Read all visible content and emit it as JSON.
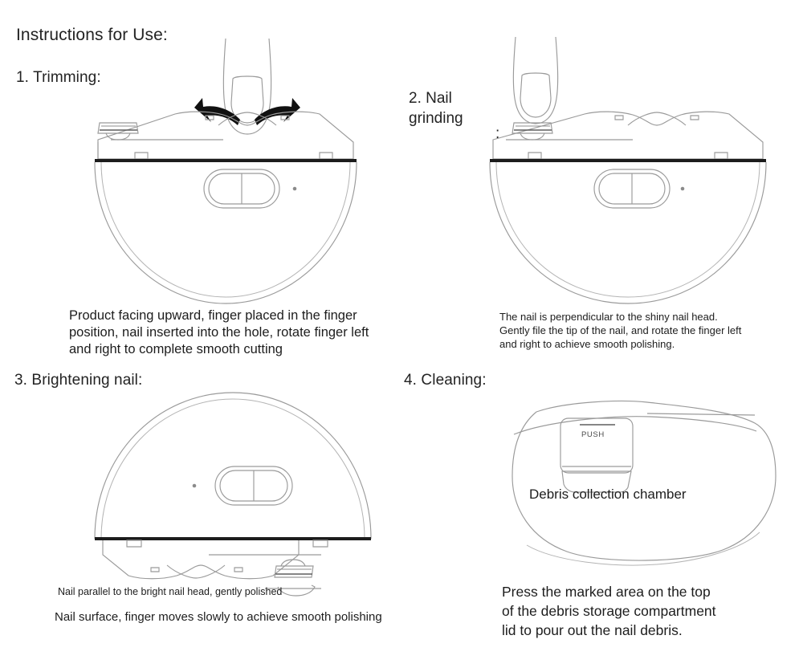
{
  "document": {
    "heading": "Instructions for Use:",
    "background_color": "#ffffff",
    "line_color": "#9a9a9a",
    "text_color": "#1d1d1d",
    "accent_dark": "#1c1c1c"
  },
  "steps": [
    {
      "number": "1.",
      "title": "1. Trimming:",
      "caption": "Product facing upward, finger placed in the finger\nposition, nail inserted into the hole, rotate finger left\nand right to complete smooth cutting",
      "illustration": "nail-clipper-top-view-with-finger-and-rotation-arrows"
    },
    {
      "number": "2.",
      "title": "2. Nail\ngrinding",
      "colon": ":",
      "caption": "The nail is perpendicular to the shiny nail head.\nGently file the tip of the nail, and rotate the finger left\nand right to achieve smooth polishing.",
      "illustration": "nail-clipper-with-finger-on-grinding-head"
    },
    {
      "number": "3.",
      "title": "3. Brightening nail:",
      "caption_line1": "Nail parallel to the bright nail head, gently polished",
      "caption_line2": "Nail surface, finger moves slowly to achieve smooth polishing",
      "illustration": "nail-clipper-inverted-view-with-polishing-head"
    },
    {
      "number": "4.",
      "title": "4. Cleaning:",
      "caption": "Press the marked area on the top\nof the debris storage compartment\nlid to pour out the nail debris.",
      "illustration": "nail-clipper-rear-view-with-debris-chamber",
      "callout_label": "Debris collection chamber",
      "button_label": "PUSH"
    }
  ]
}
